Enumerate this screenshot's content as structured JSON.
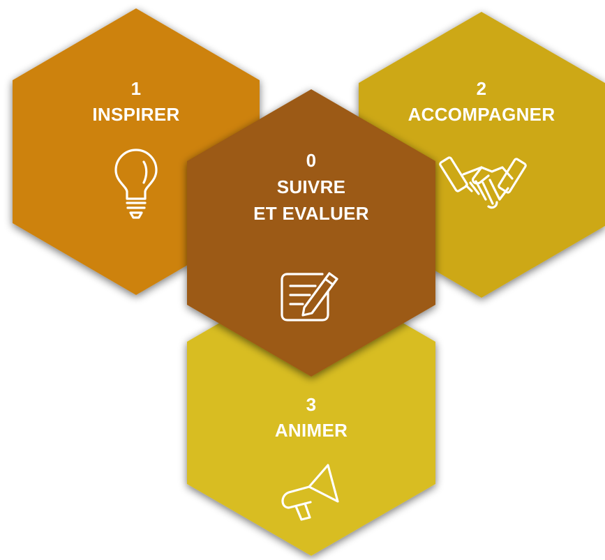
{
  "hexagons": [
    {
      "id": "inspirer",
      "number": "1",
      "title": "INSPIRER",
      "title2": "",
      "color": "#cd820f",
      "icon": "lightbulb-icon"
    },
    {
      "id": "accompagner",
      "number": "2",
      "title": "ACCOMPAGNER",
      "title2": "",
      "color": "#cda814",
      "icon": "handshake-icon"
    },
    {
      "id": "animer",
      "number": "3",
      "title": "ANIMER",
      "title2": "",
      "color": "#d8bd24",
      "icon": "megaphone-icon"
    },
    {
      "id": "suivre",
      "number": "0",
      "title": "SUIVRE",
      "title2": "ET EVALUER",
      "color": "#9c5a12",
      "icon": "edit-note-icon"
    }
  ]
}
